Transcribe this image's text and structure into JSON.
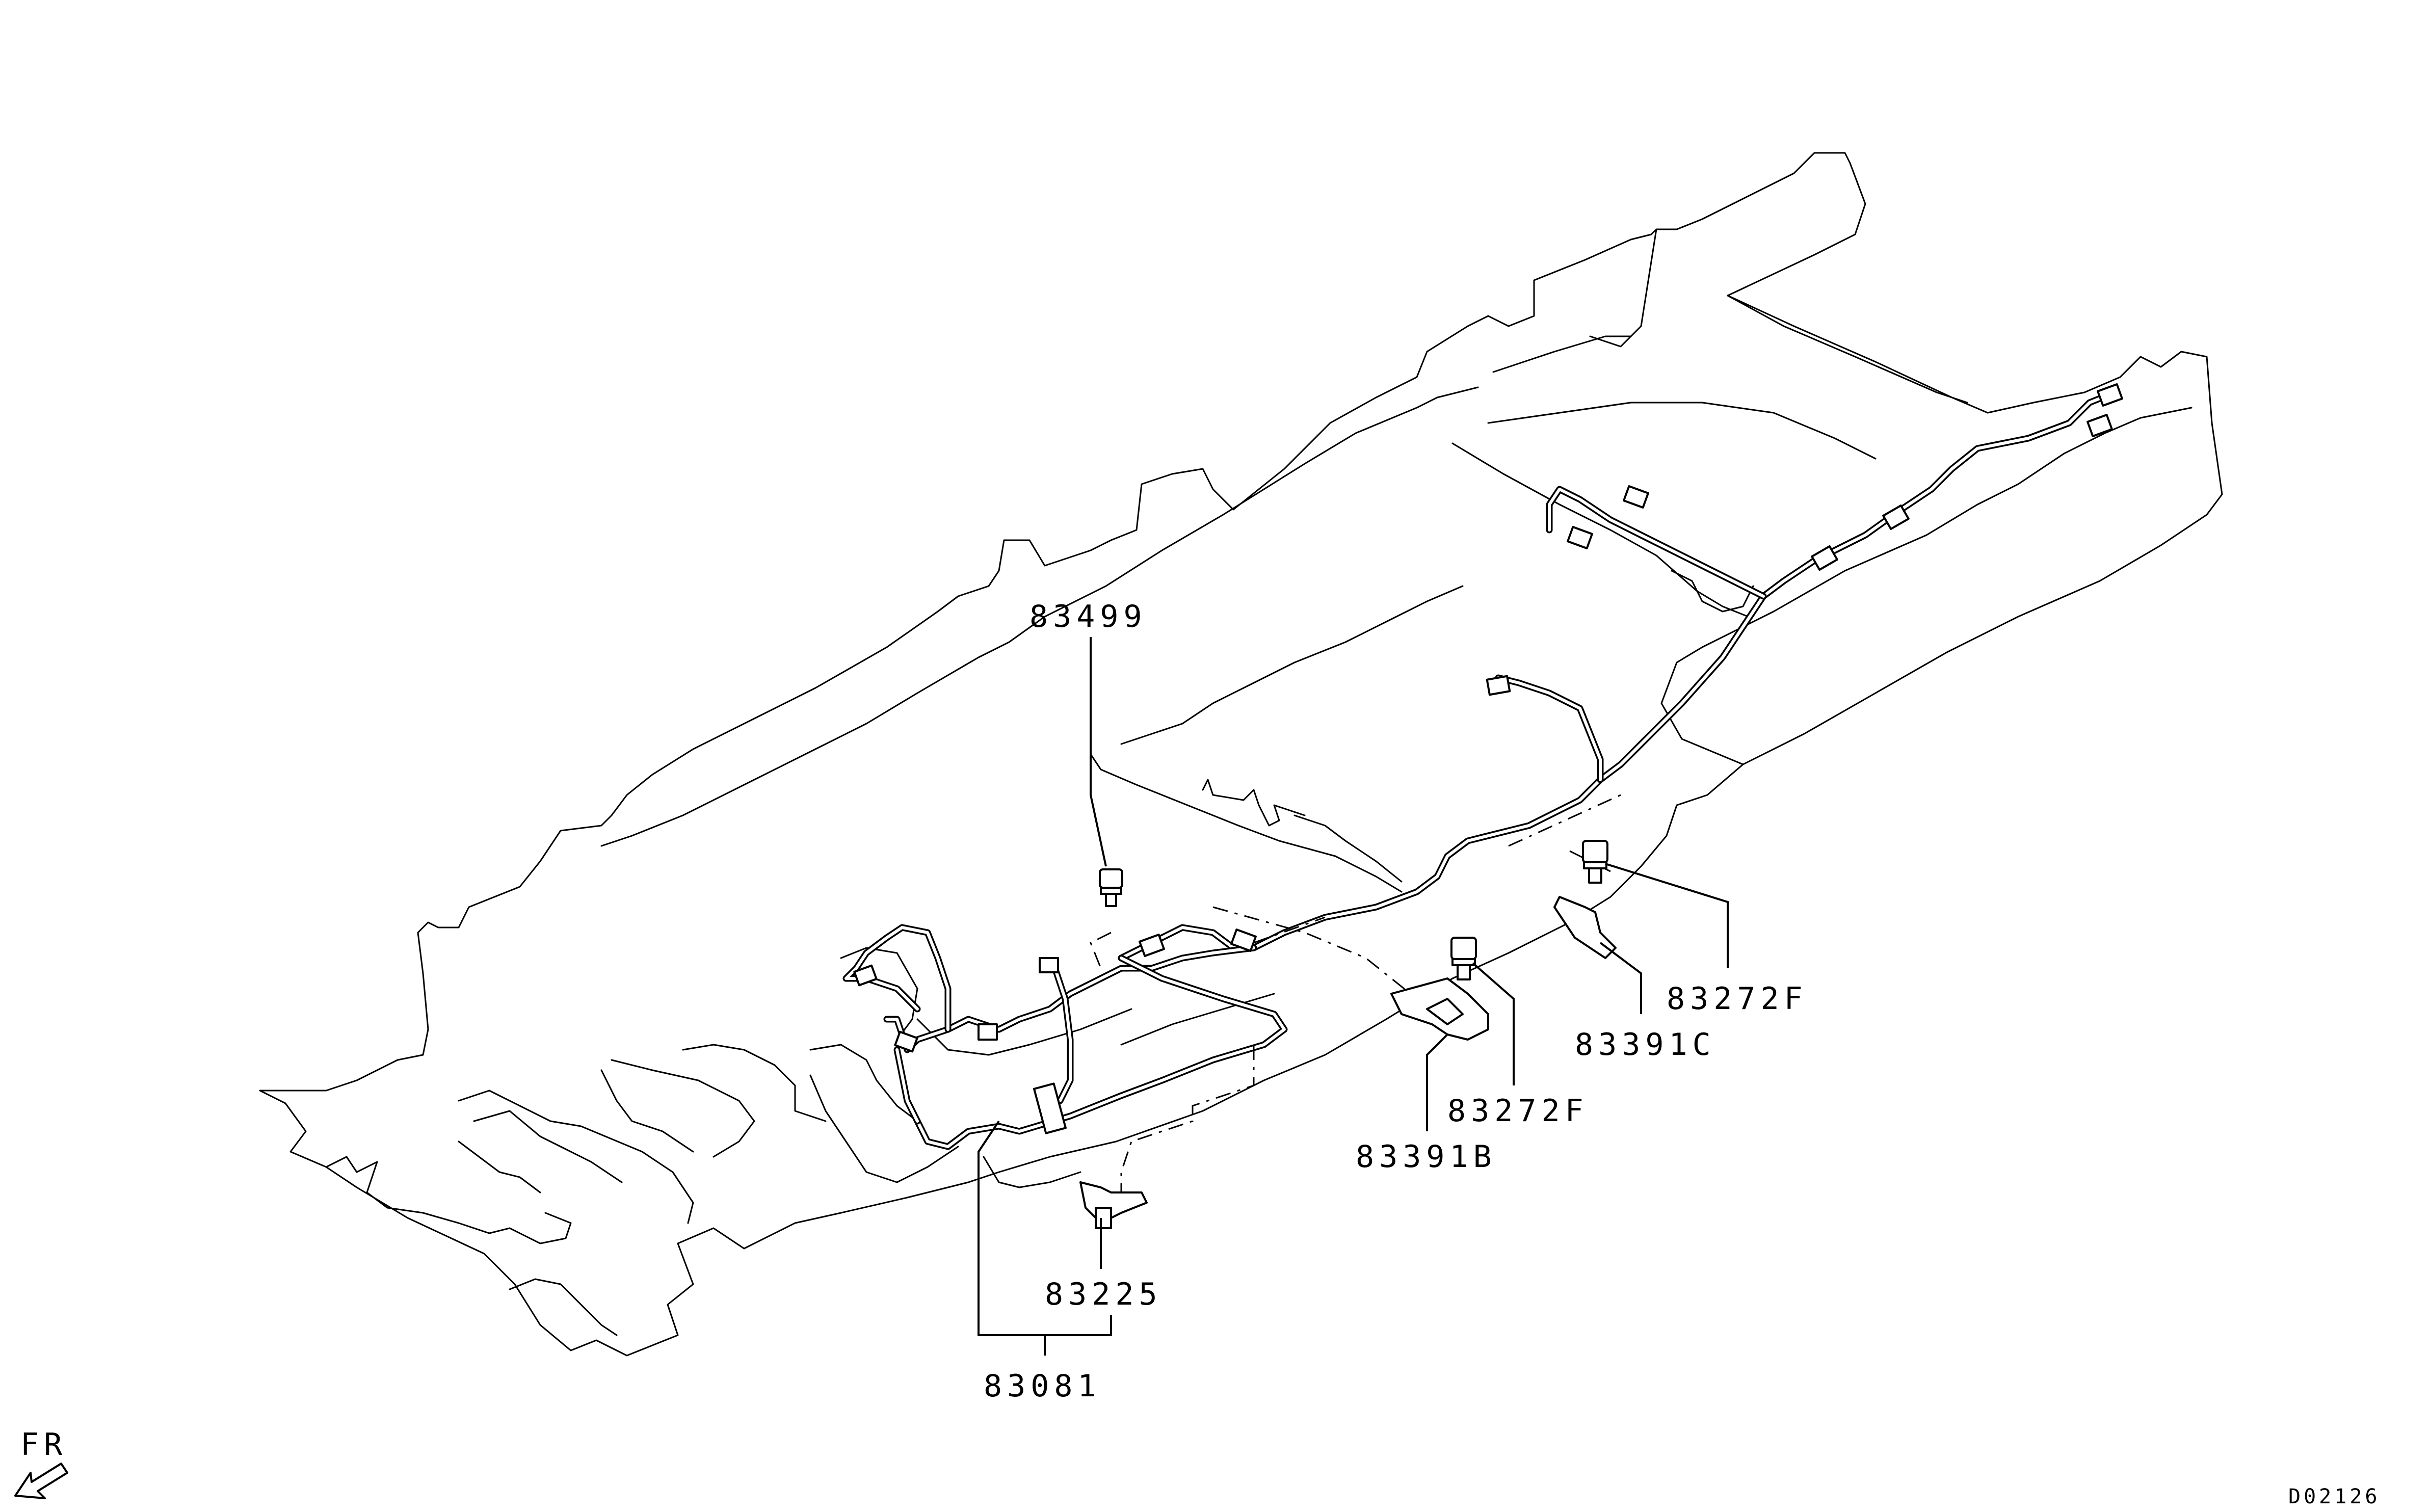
{
  "diagram": {
    "part_labels": {
      "p83499": "83499",
      "p83272f_right": "83272F",
      "p83391c": "83391C",
      "p83272f_mid": "83272F",
      "p83391b": "83391B",
      "p83225": "83225",
      "p83081": "83081"
    },
    "orientation": "FR",
    "drawing_code": "D02126"
  }
}
